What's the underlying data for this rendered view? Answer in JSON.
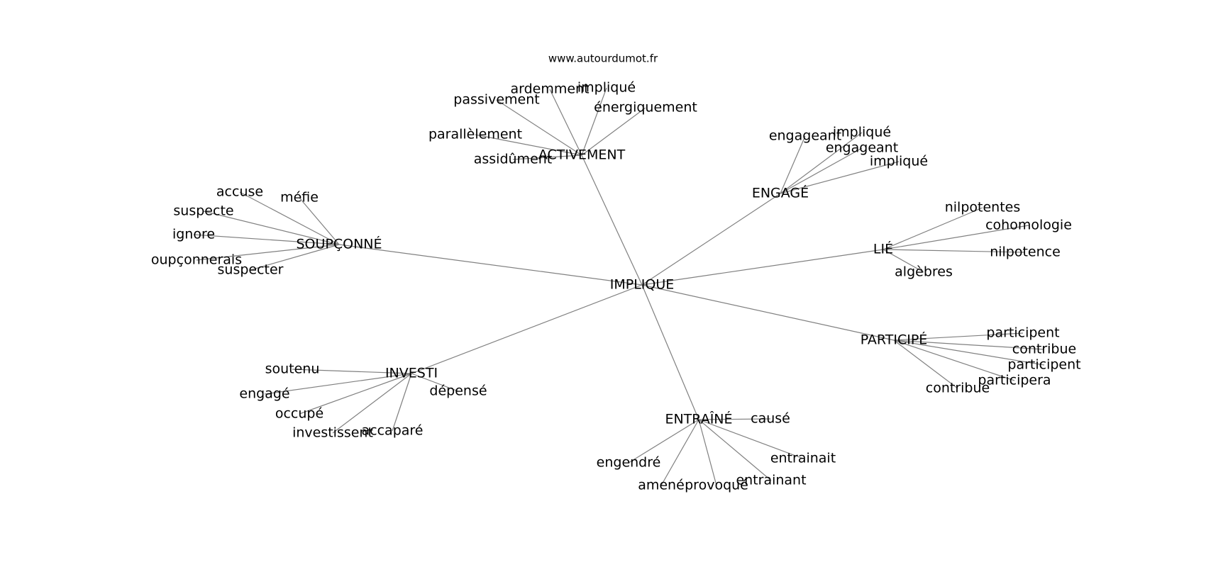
{
  "source_label": "www.autourdumot.fr",
  "center": {
    "id": "IMPLIQUE",
    "label": "IMPLIQUE"
  },
  "hubs": [
    {
      "id": "ACTIVEMENT",
      "label": "ACTIVEMENT",
      "leaves": [
        "passivement",
        "ardemment",
        "impliqué",
        "énergiquement",
        "parallèlement",
        "assidûment"
      ]
    },
    {
      "id": "ENGAGE",
      "label": "ENGAGÉ",
      "leaves": [
        "engageant",
        "impliqué",
        "engageant",
        "impliqué"
      ]
    },
    {
      "id": "SOUPCONNE",
      "label": "SOUPÇONNÉ",
      "leaves": [
        "accuse",
        "méfie",
        "suspecte",
        "ignore",
        "oupçonnerais",
        "suspecter"
      ]
    },
    {
      "id": "LIE",
      "label": "LIÉ",
      "leaves": [
        "nilpotentes",
        "cohomologie",
        "nilpotence",
        "algèbres"
      ]
    },
    {
      "id": "PARTICIPE",
      "label": "PARTICIPÉ",
      "leaves": [
        "participent",
        "contribue",
        "participent",
        "participera",
        "contribue"
      ]
    },
    {
      "id": "INVESTI",
      "label": "INVESTI",
      "leaves": [
        "soutenu",
        "engagé",
        "dépensé",
        "occupé",
        "investissent",
        "accaparé"
      ]
    },
    {
      "id": "ENTRAINE",
      "label": "ENTRAÎNÉ",
      "leaves": [
        "causé",
        "engendré",
        "entrainait",
        "amené",
        "provoqué",
        "entrainant"
      ]
    }
  ]
}
